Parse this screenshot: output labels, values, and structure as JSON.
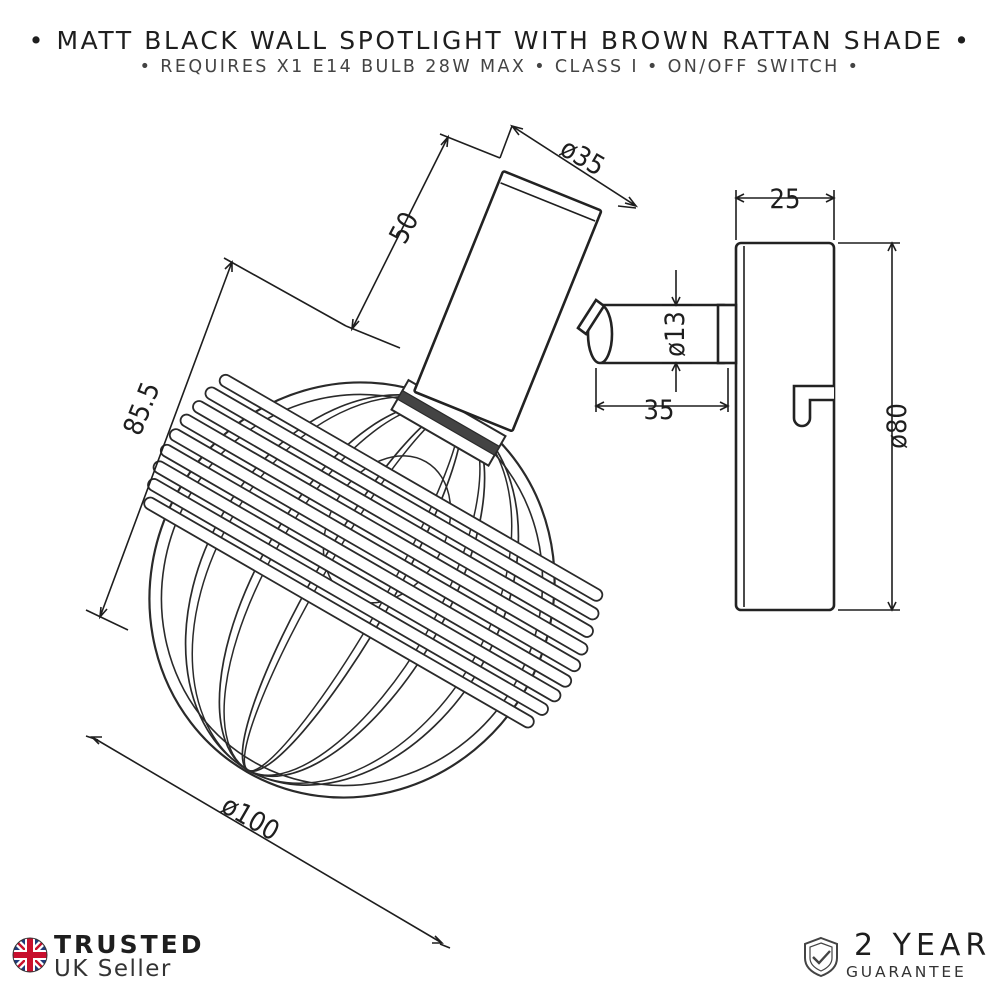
{
  "header": {
    "title": "• MATT BLACK WALL SPOTLIGHT WITH BROWN RATTAN SHADE •",
    "subtitle": "• REQUIRES X1  E14  BULB 28W MAX • CLASS I • ON/OFF SWITCH •"
  },
  "dimensions": {
    "body_diameter": "ø35",
    "body_length": "50",
    "shade_height": "85.5",
    "shade_diameter": "ø100",
    "plate_depth": "25",
    "arm_diameter": "ø13",
    "arm_length": "35",
    "plate_diameter": "ø80"
  },
  "badges": {
    "trusted_line1": "TRUSTED",
    "trusted_line2": "UK Seller",
    "guarantee_line1": "2 YEAR",
    "guarantee_line2": "GUARANTEE"
  },
  "icons": {
    "flag": "uk-flag-icon",
    "guarantee": "shield-check-icon"
  }
}
